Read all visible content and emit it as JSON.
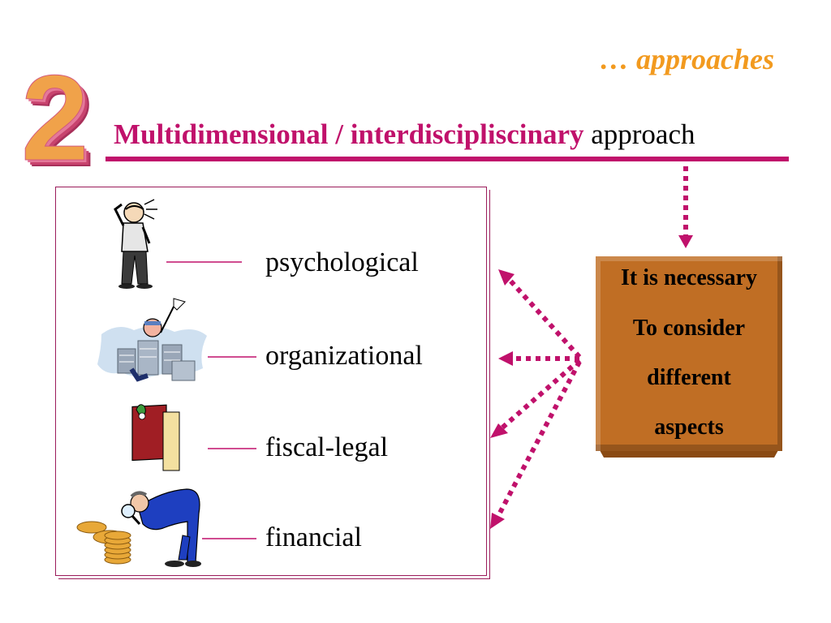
{
  "header": {
    "corner_title": "… approaches",
    "big_number": "2",
    "heading_emphasis": "Multidimensional / interdiscipliscinary",
    "heading_rest": "approach"
  },
  "items": [
    {
      "label": "psychological",
      "icon": "confused-man-icon"
    },
    {
      "label": "organizational",
      "icon": "man-in-paperwork-icon"
    },
    {
      "label": "fiscal-legal",
      "icon": "law-book-icon"
    },
    {
      "label": "financial",
      "icon": "man-with-magnifier-coins-icon"
    }
  ],
  "callout": {
    "lines": [
      "It is necessary",
      "To consider",
      "different",
      "aspects"
    ]
  },
  "colors": {
    "accent": "#c0116b",
    "title_orange": "#f29a1f",
    "box_fill": "#c06e24"
  }
}
